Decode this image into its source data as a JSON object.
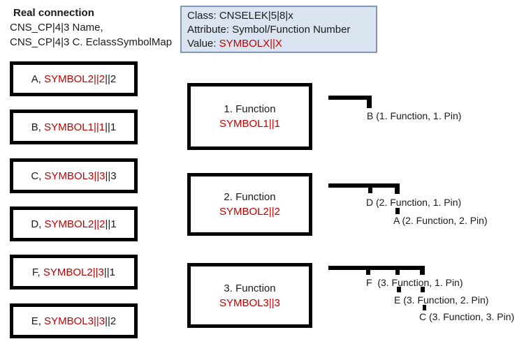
{
  "header": {
    "title": "Real connection",
    "line1": "CNS_CP|4|3 Name,",
    "line2": "CNS_CP|4|3 C. EclassSymbolMap"
  },
  "info_box": {
    "class_line": "Class: CNSELEK|5|8|x",
    "attribute_line": "Attribute: Symbol/Function Number",
    "value_label": "Value: ",
    "value": "SYMBOLX||X"
  },
  "connections": [
    {
      "prefix": "A, ",
      "symbol": "SYMBOL2||2",
      "suffix": "||2"
    },
    {
      "prefix": "B, ",
      "symbol": "SYMBOL1||1",
      "suffix": "||1"
    },
    {
      "prefix": "C, ",
      "symbol": "SYMBOL3||3",
      "suffix": "||3"
    },
    {
      "prefix": "D, ",
      "symbol": "SYMBOL2||2",
      "suffix": "||1"
    },
    {
      "prefix": "F, ",
      "symbol": "SYMBOL2||3",
      "suffix": "||1"
    },
    {
      "prefix": "E, ",
      "symbol": "SYMBOL3||3",
      "suffix": "||2"
    }
  ],
  "functions": [
    {
      "title": "1. Function",
      "symbol": "SYMBOL1||1"
    },
    {
      "title": "2. Function",
      "symbol": "SYMBOL2||2"
    },
    {
      "title": "3. Function",
      "symbol": "SYMBOL3||3"
    }
  ],
  "pins": {
    "group1": [
      {
        "label": "B (1. Function, 1. Pin)"
      }
    ],
    "group2": [
      {
        "label": "D (2. Function, 1. Pin)"
      },
      {
        "label": "A (2. Function, 2. Pin)"
      }
    ],
    "group3": [
      {
        "label": "F  (3. Function, 1. Pin)"
      },
      {
        "label": "E (3. Function, 2. Pin)"
      },
      {
        "label": "C (3. Function, 3. Pin)"
      }
    ]
  },
  "colors": {
    "accent_red": "#c00000",
    "info_box_bg": "#dbe5f1",
    "info_box_border": "#8496b8",
    "shape_border": "#000000"
  }
}
